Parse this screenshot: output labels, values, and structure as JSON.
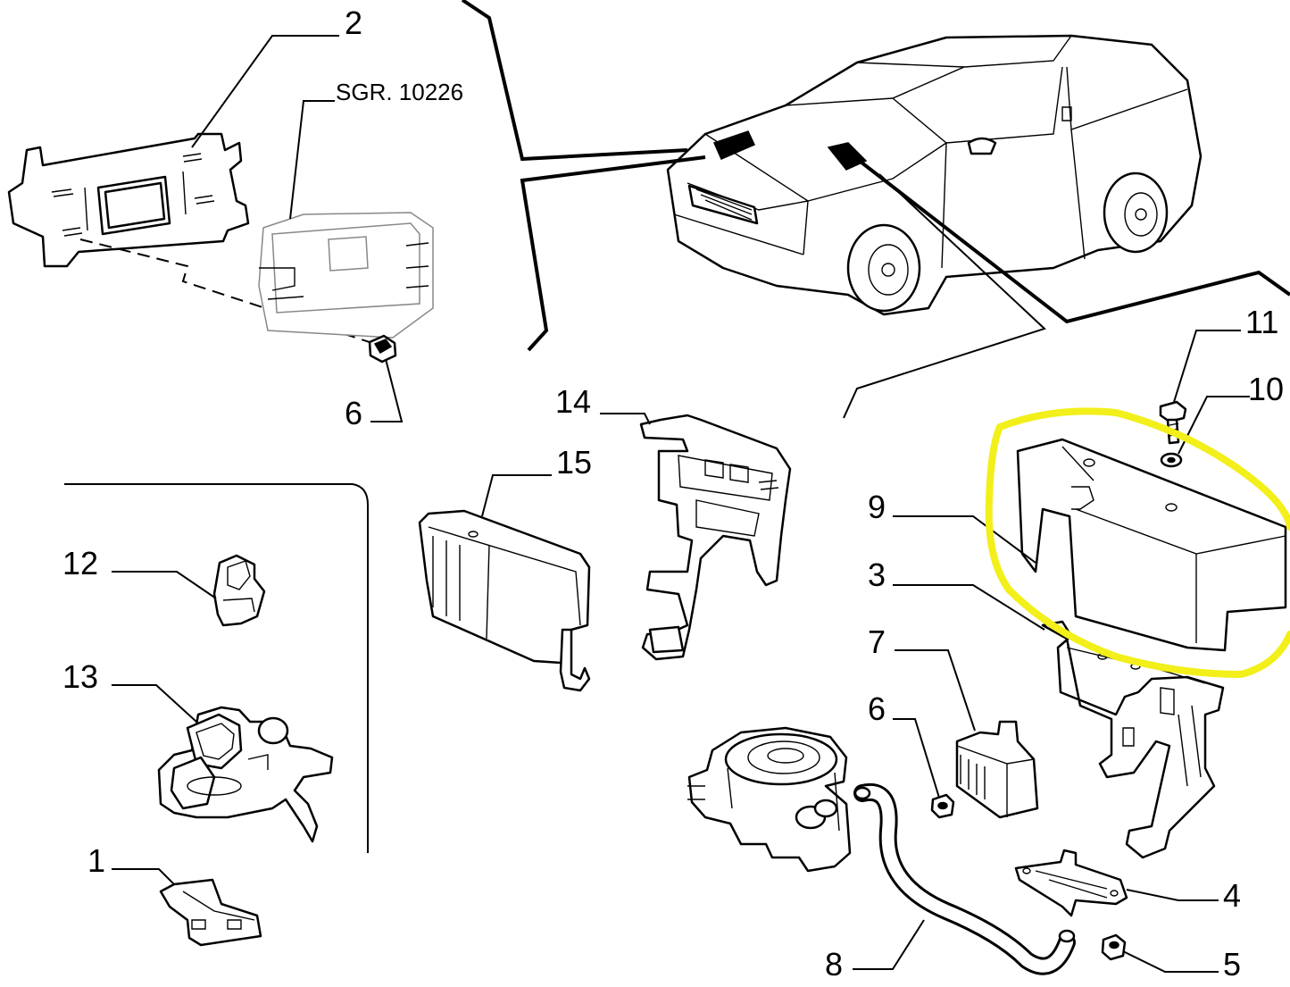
{
  "diagram": {
    "reference": "SGR. 10226",
    "callouts": [
      {
        "id": "c2",
        "label": "2"
      },
      {
        "id": "c6a",
        "label": "6"
      },
      {
        "id": "c14",
        "label": "14"
      },
      {
        "id": "c15",
        "label": "15"
      },
      {
        "id": "c11",
        "label": "11"
      },
      {
        "id": "c10",
        "label": "10"
      },
      {
        "id": "c9",
        "label": "9"
      },
      {
        "id": "c3",
        "label": "3"
      },
      {
        "id": "c7",
        "label": "7"
      },
      {
        "id": "c6b",
        "label": "6"
      },
      {
        "id": "c12",
        "label": "12"
      },
      {
        "id": "c13",
        "label": "13"
      },
      {
        "id": "c1",
        "label": "1"
      },
      {
        "id": "c8",
        "label": "8"
      },
      {
        "id": "c4",
        "label": "4"
      },
      {
        "id": "c5",
        "label": "5"
      }
    ],
    "highlight_color": "#f2ef1a"
  }
}
